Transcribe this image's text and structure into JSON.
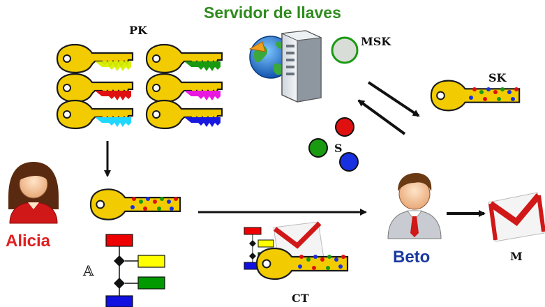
{
  "labels": {
    "title": "Servidor de llaves",
    "pk": "PK",
    "msk": "MSK",
    "sk": "SK",
    "s": "S",
    "alicia": "Alicia",
    "beto": "Beto",
    "a": "𝔸",
    "ct": "CT",
    "m": "M"
  },
  "colors": {
    "title": "#2e8b1e",
    "alicia": "#e02020",
    "beto": "#1a3aa0",
    "key_body": "#f2cc00",
    "key_outline": "#1a1a1a",
    "pk_key_teeth": [
      "#d8f000",
      "#e01010",
      "#20d8ff",
      "#1a9a10",
      "#e818e0",
      "#1818e0"
    ],
    "attribute_red": "#e01010",
    "attribute_green": "#1a9a10",
    "attribute_blue": "#1830e0",
    "policy_red": "#ee0000",
    "policy_yellow": "#ffff00",
    "policy_green": "#009900",
    "policy_blue": "#1010e0"
  },
  "icons": [
    "server-icon",
    "globe-icon",
    "key-icon",
    "user-female-icon",
    "user-male-icon",
    "mail-icon",
    "access-tree-icon",
    "arrow-icon"
  ]
}
